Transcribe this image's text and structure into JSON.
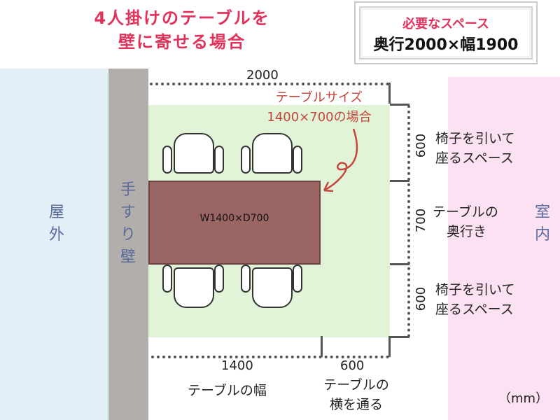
{
  "title": {
    "line1": "4人掛けのテーブルを",
    "line2": "壁に寄せる場合"
  },
  "required_space": {
    "label": "必要なスペース",
    "value": "奥行2000×幅1900"
  },
  "zones": {
    "outdoor": [
      "屋",
      "外"
    ],
    "wall": [
      "手",
      "す",
      "り",
      "壁"
    ],
    "indoor": [
      "室",
      "内"
    ]
  },
  "table": {
    "label": "W1400×D700",
    "annotation": [
      "テーブルサイズ",
      "1400×700の場合"
    ]
  },
  "dimensions": {
    "top_total": "2000",
    "right": [
      {
        "value": "600",
        "desc": [
          "椅子を引いて",
          "座るスペース"
        ]
      },
      {
        "value": "700",
        "desc": [
          "テーブルの",
          "奥行き"
        ]
      },
      {
        "value": "600",
        "desc": [
          "椅子を引いて",
          "座るスペース"
        ]
      }
    ],
    "bottom": [
      {
        "value": "1400",
        "desc": [
          "テーブルの幅"
        ]
      },
      {
        "value": "600",
        "desc": [
          "テーブルの",
          "横を通る"
        ]
      }
    ]
  },
  "unit": "（mm）",
  "colors": {
    "title": "#e0325a",
    "outdoor": "#e3eff7",
    "wall": "#b2aeab",
    "indoor": "#fbe1f1",
    "space": "#e2f4d8",
    "table": "#9b6563",
    "annotation": "#c4453c",
    "zone_text": "#5a6a9a"
  }
}
